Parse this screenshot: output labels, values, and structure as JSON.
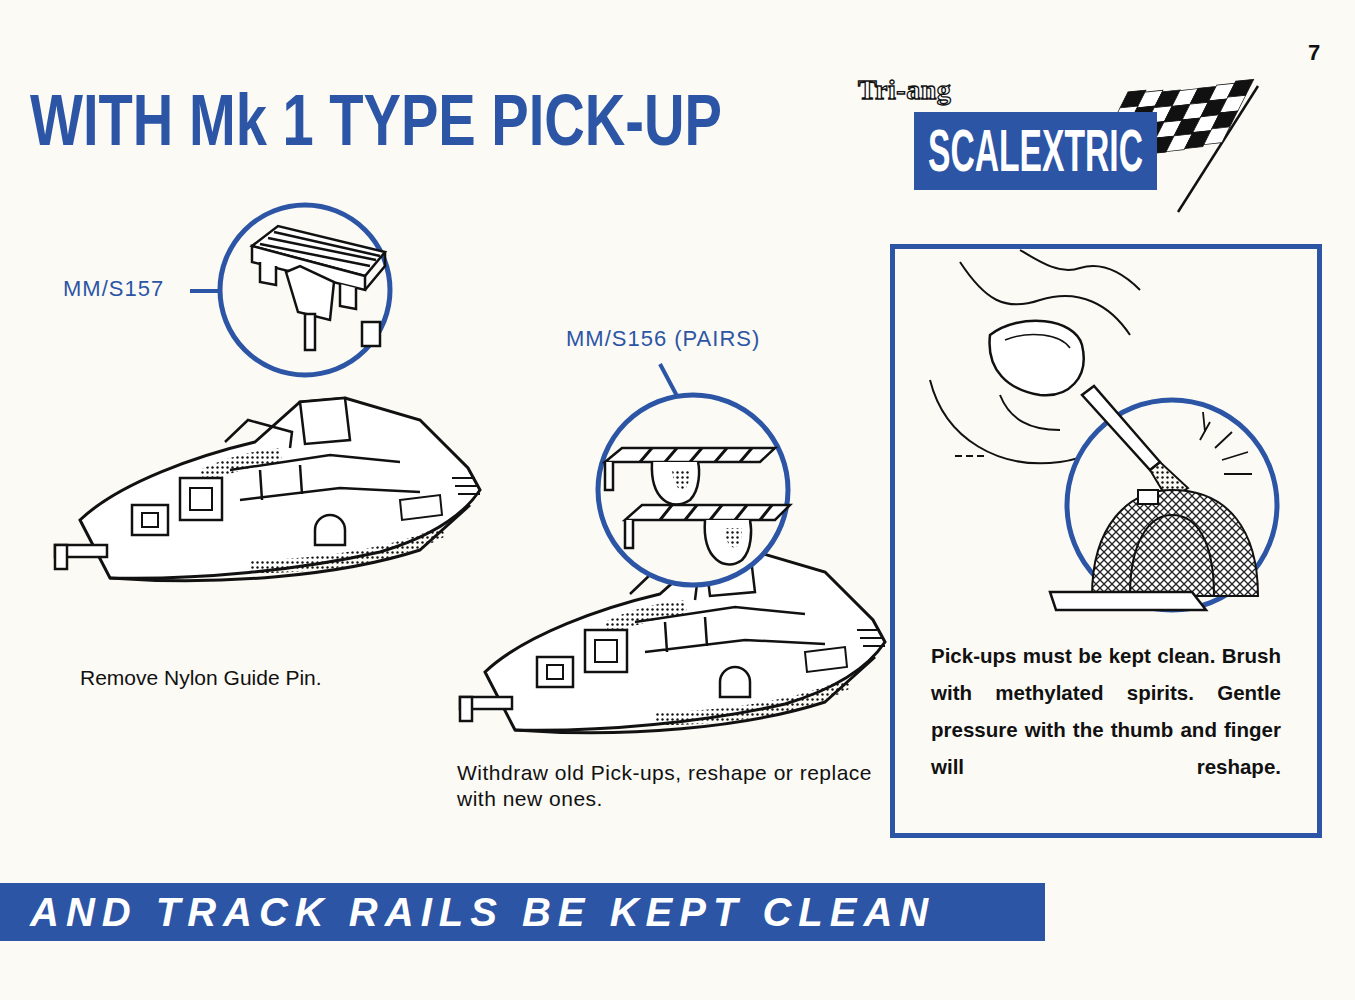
{
  "diagram": {
    "title": "WITH Mk 1 TYPE PICK-UP",
    "nodes": [
      {
        "text": [
          "SCALEXTRIC"
        ]
      },
      {
        "text": [
          "Pick-ups must be kept clean. Brush with methylated spirits. Gentle pressure with the thumb and finger will reshape."
        ]
      },
      {
        "text": [
          "AND TRACK RAILS BE KEPT CLEAN"
        ]
      }
    ],
    "labels": [
      "7",
      "Tri-ang",
      "MM/S157",
      "MM/S156 (PAIRS)",
      "Remove Nylon Guide Pin.",
      "Withdraw old Pick-ups, reshape or replace with new ones."
    ]
  }
}
